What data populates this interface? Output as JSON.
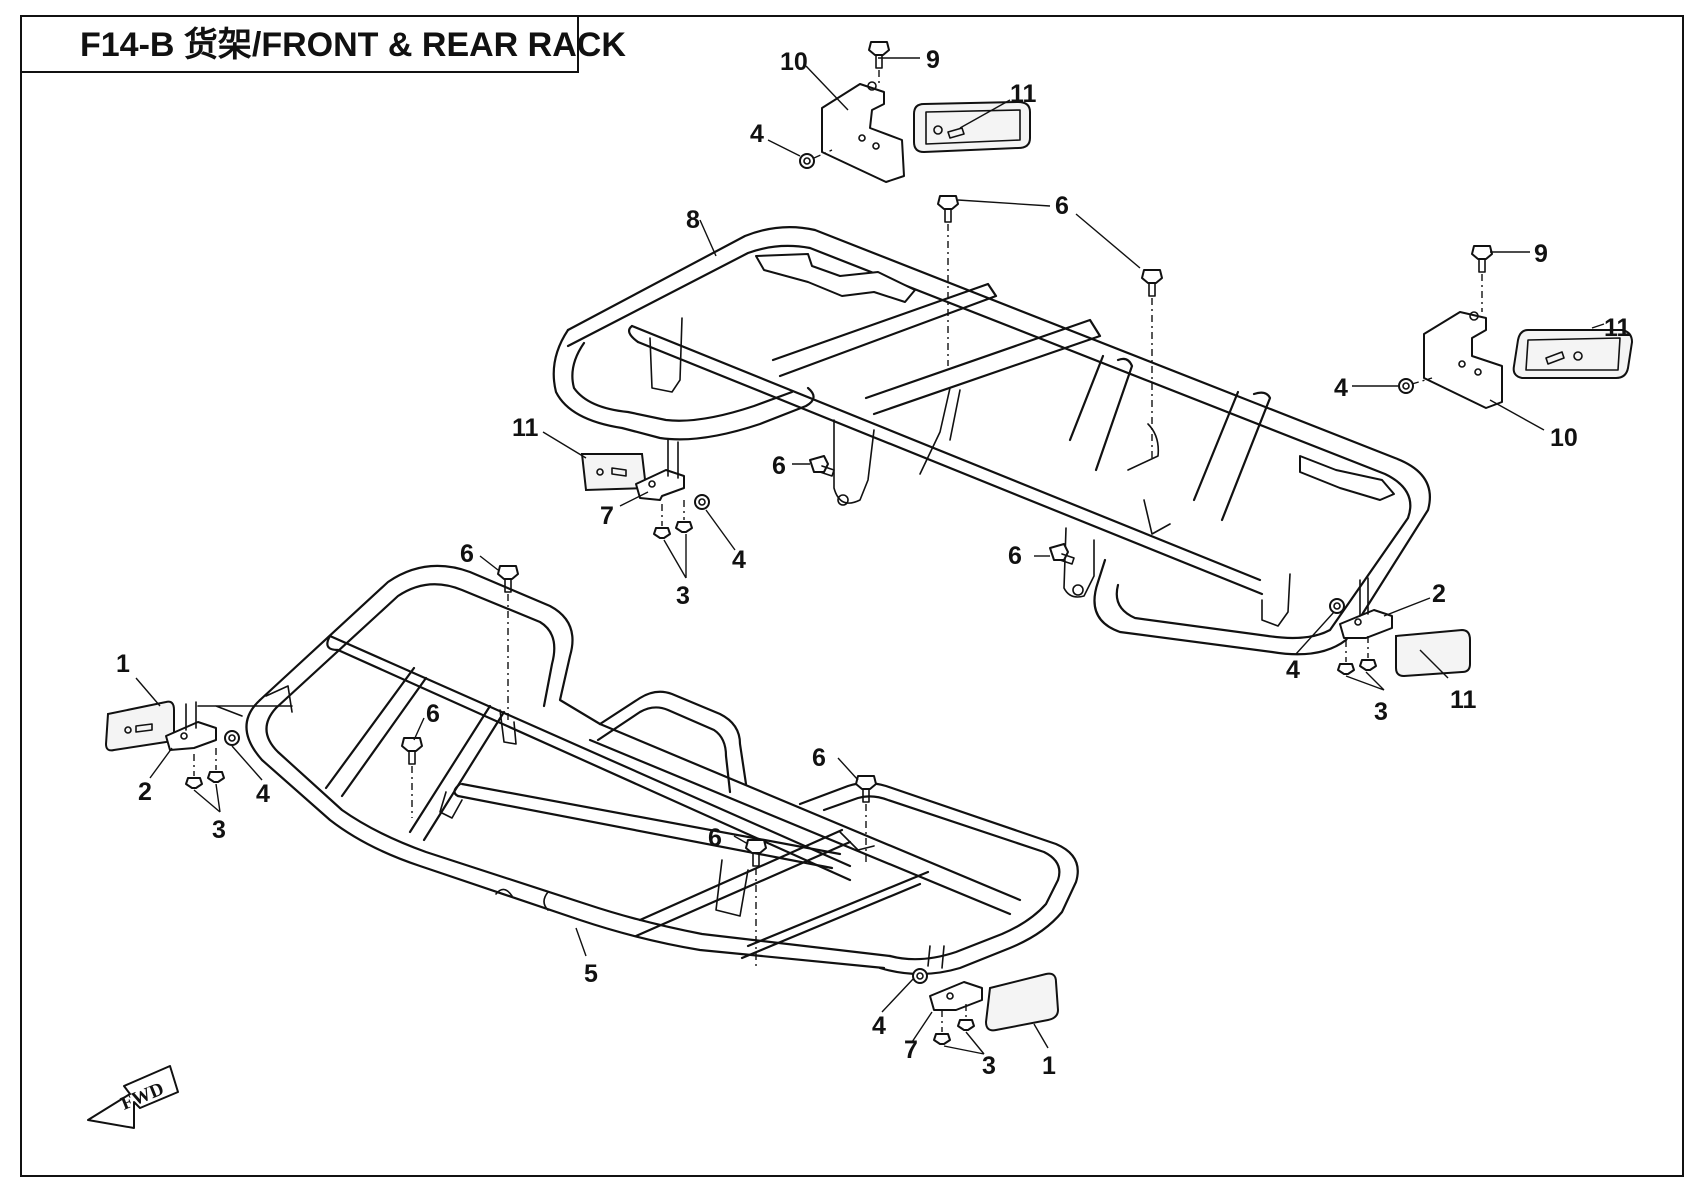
{
  "title": "F14-B 货架/FRONT & REAR RACK",
  "fwd_label": "FWD",
  "callouts": {
    "c1a": "1",
    "c1b": "1",
    "c2a": "2",
    "c2b": "2",
    "c3a": "3",
    "c3b": "3",
    "c3c": "3",
    "c3d": "3",
    "c4a": "4",
    "c4b": "4",
    "c4c": "4",
    "c4d": "4",
    "c4e": "4",
    "c5": "5",
    "c6a": "6",
    "c6b": "6",
    "c6c": "6",
    "c6d": "6",
    "c6e": "6",
    "c6f": "6",
    "c6g": "6",
    "c7a": "7",
    "c7b": "7",
    "c8": "8",
    "c9a": "9",
    "c9b": "9",
    "c10a": "10",
    "c10b": "10",
    "c11a": "11",
    "c11b": "11",
    "c11c": "11",
    "c11d": "11"
  }
}
